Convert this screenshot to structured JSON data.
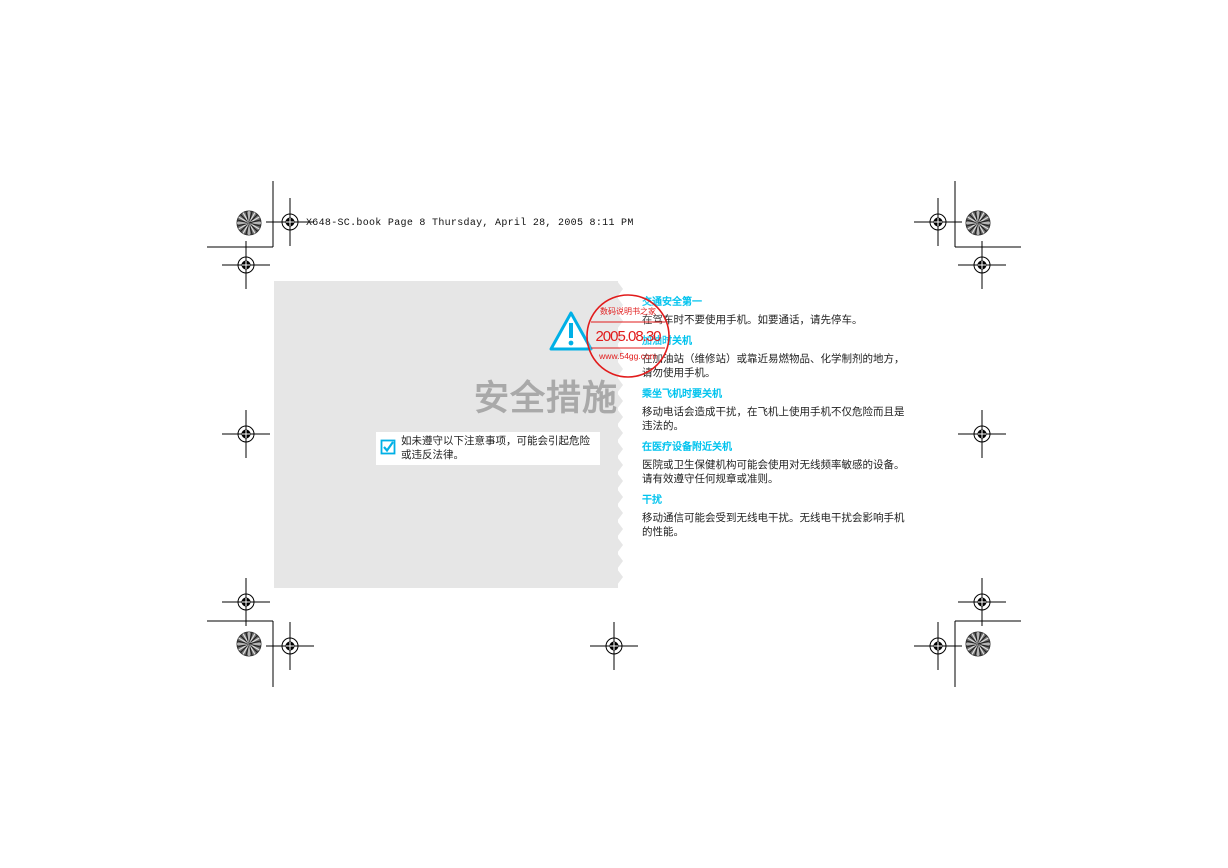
{
  "header_line": "X648-SC.book  Page 8  Thursday, April 28, 2005  8:11 PM",
  "page_title": "安全措施",
  "notice": "如未遵守以下注意事项，可能会引起危险或违反法律。",
  "stamp": {
    "top_text": "数码说明书之家",
    "date": "2005.08.30",
    "url": "www.54gg.com",
    "color": "#e11b1b"
  },
  "accent_color": "#00c3ee",
  "sections": [
    {
      "title": "交通安全第一",
      "body": "在驾车时不要使用手机。如要通话，请先停车。"
    },
    {
      "title": "加油时关机",
      "body": "在加油站（维修站）或靠近易燃物品、化学制剂的地方，请勿使用手机。"
    },
    {
      "title": "乘坐飞机时要关机",
      "body": "移动电话会造成干扰，在飞机上使用手机不仅危险而且是违法的。"
    },
    {
      "title": "在医疗设备附近关机",
      "body": "医院或卫生保健机构可能会使用对无线频率敏感的设备。请有效遵守任何规章或准则。"
    },
    {
      "title": "干扰",
      "body": "移动通信可能会受到无线电干扰。无线电干扰会影响手机的性能。"
    }
  ]
}
